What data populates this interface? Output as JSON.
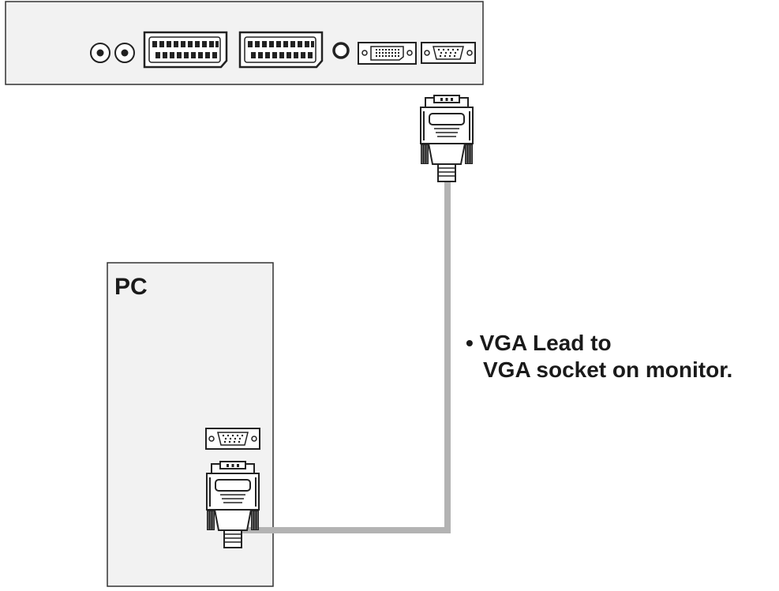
{
  "pc": {
    "label": "PC"
  },
  "callout": {
    "line1": "• VGA Lead to",
    "line2": "VGA socket on monitor."
  },
  "colors": {
    "panel_fill": "#f2f2f2",
    "outline": "#333333",
    "cable": "#b3b3b3",
    "text": "#1a1a1a"
  },
  "icons": [
    "rca-socket-icon",
    "scart-socket-icon",
    "audio-jack-icon",
    "dvi-socket-icon",
    "vga-socket-icon",
    "vga-plug-icon"
  ]
}
